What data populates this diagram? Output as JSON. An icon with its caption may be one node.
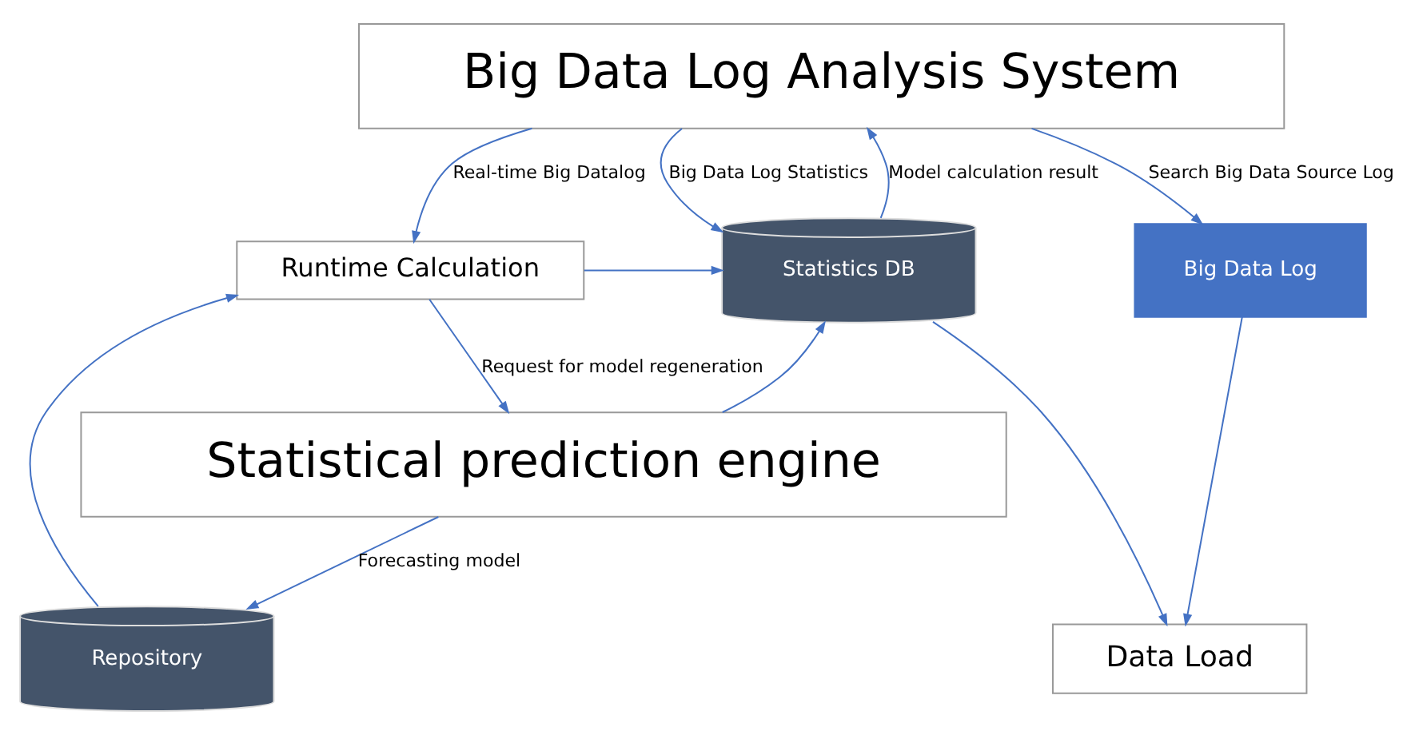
{
  "diagram": {
    "nodes": [
      {
        "text": [
          "Big Data Log Analysis System"
        ]
      },
      {
        "text": [
          "Runtime Calculation"
        ]
      },
      {
        "text": [
          "Statistics DB"
        ]
      },
      {
        "text": [
          "Big Data Log"
        ]
      },
      {
        "text": [
          "Repository"
        ]
      },
      {
        "text": [
          "Data Load"
        ]
      },
      {
        "text": [
          "Statistical prediction engine"
        ]
      }
    ],
    "edges": [
      {
        "from": 0,
        "to": 1,
        "arrow": "to",
        "label": "Real-time Big Datalog"
      },
      {
        "from": 2,
        "to": 0,
        "arrow": "to",
        "label": "Model calculation result"
      },
      {
        "from": 0,
        "to": 2,
        "arrow": "to",
        "label": "Big Data Log Statistics"
      },
      {
        "from": 0,
        "to": 3,
        "arrow": "to",
        "label": "Search Big Data Source Log"
      },
      {
        "from": 1,
        "to": 2,
        "arrow": "to"
      },
      {
        "from": 4,
        "to": 1,
        "arrow": "to"
      },
      {
        "from": 1,
        "to": 6,
        "arrow": "to",
        "label": "Request for model regeneration"
      },
      {
        "from": 6,
        "to": 4,
        "arrow": "to",
        "label": "Forecasting model"
      },
      {
        "from": 6,
        "to": 2,
        "arrow": "to"
      },
      {
        "from": 2,
        "to": 5,
        "arrow": "to"
      },
      {
        "from": 3,
        "to": 5,
        "arrow": "to"
      }
    ]
  }
}
